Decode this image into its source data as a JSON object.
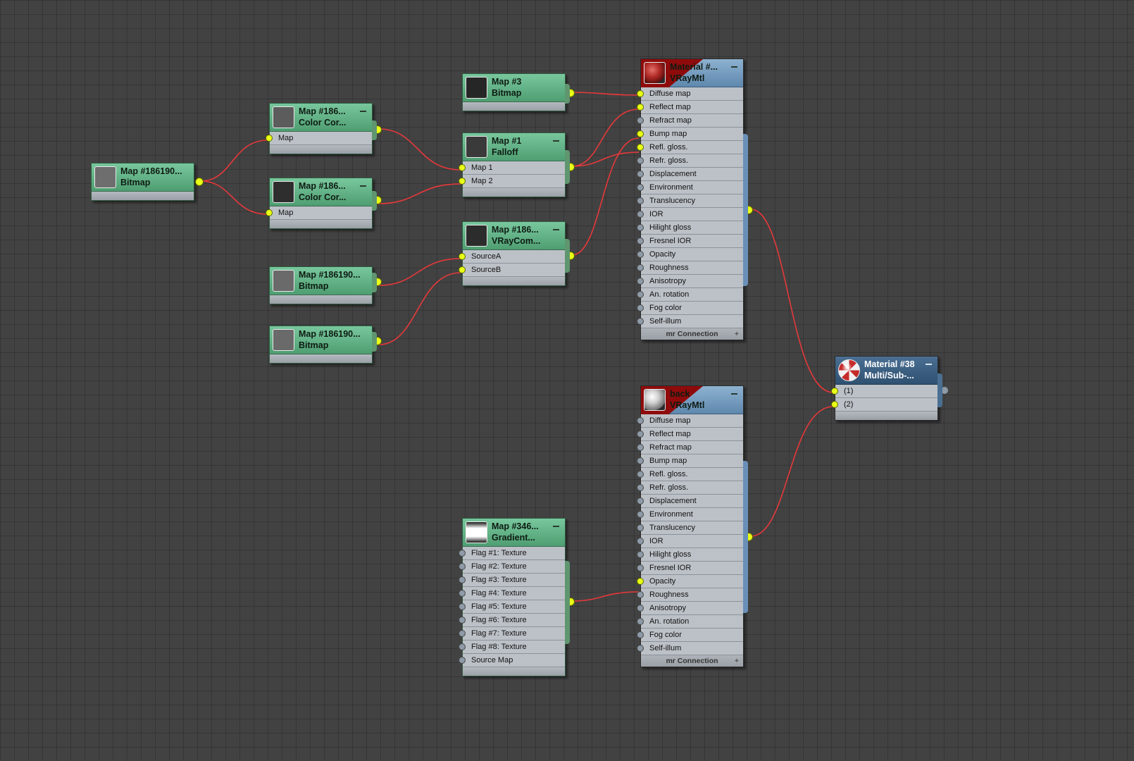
{
  "nodes": {
    "bitmap_root": {
      "line1": "Map #186190...",
      "line2": "Bitmap"
    },
    "cc1": {
      "line1": "Map #186...",
      "line2": "Color Cor...",
      "slot": "Map"
    },
    "cc2": {
      "line1": "Map #186...",
      "line2": "Color Cor...",
      "slot": "Map"
    },
    "bm2": {
      "line1": "Map #186190...",
      "line2": "Bitmap"
    },
    "bm3": {
      "line1": "Map #186190...",
      "line2": "Bitmap"
    },
    "map3": {
      "line1": "Map #3",
      "line2": "Bitmap"
    },
    "falloff": {
      "line1": "Map #1",
      "line2": "Falloff",
      "slots": [
        "Map 1",
        "Map 2"
      ]
    },
    "comp": {
      "line1": "Map #186...",
      "line2": "VRayCom...",
      "slots": [
        "SourceA",
        "SourceB"
      ]
    },
    "gradient": {
      "line1": "Map #346...",
      "line2": "Gradient...",
      "slots": [
        "Flag #1: Texture",
        "Flag #2: Texture",
        "Flag #3: Texture",
        "Flag #4: Texture",
        "Flag #5: Texture",
        "Flag #6: Texture",
        "Flag #7: Texture",
        "Flag #8: Texture",
        "Source Map"
      ]
    },
    "mat1": {
      "line1": "Material #...",
      "line2": "VRayMtl",
      "footer": "mr Connection"
    },
    "mat2": {
      "line1": "back",
      "line2": "VRayMtl",
      "footer": "mr Connection"
    },
    "multi": {
      "line1": "Material #38",
      "line2": "Multi/Sub-...",
      "slots": [
        "(1)",
        "(2)"
      ]
    }
  },
  "vray_slots": [
    "Diffuse map",
    "Reflect map",
    "Refract map",
    "Bump map",
    "Refl. gloss.",
    "Refr. gloss.",
    "Displacement",
    "Environment",
    "Translucency",
    "IOR",
    "Hilight gloss",
    "Fresnel IOR",
    "Opacity",
    "Roughness",
    "Anisotropy",
    "An. rotation",
    "Fog color",
    "Self-illum"
  ],
  "colors": {
    "wire": "#e8383a",
    "port_connected": "#e9ff17",
    "map_node": "#5aa77c",
    "material_node": "#6b93b9",
    "background": "#424242"
  }
}
